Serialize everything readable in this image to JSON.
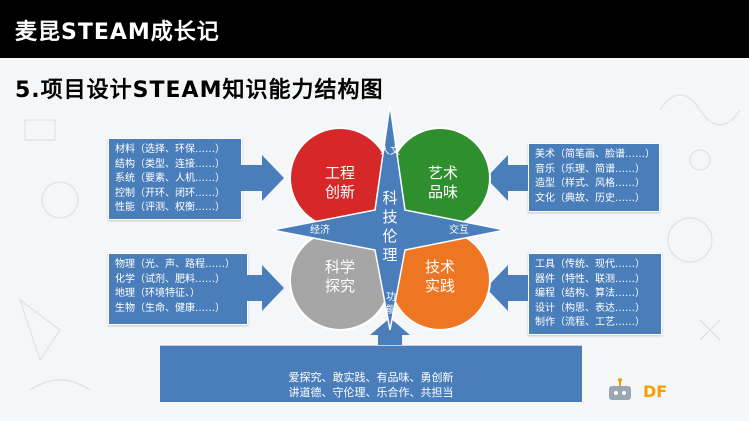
{
  "header": {
    "title": "麦昆STEAM成长记"
  },
  "slide": {
    "title": "5.项目设计STEAM知识能力结构图"
  },
  "left_top_box": {
    "lines": [
      "材料（选择、环保……）",
      "结构（类型、连接……）",
      "系统（要素、人机……）",
      "控制（开环、闭环……）",
      "性能（评测、权衡……）"
    ]
  },
  "left_bottom_box": {
    "lines": [
      "物理（光、声、路程……）",
      "化学（试剂、肥料……）",
      "地理（环境特征、）",
      "生物（生命、健康……）"
    ]
  },
  "right_top_box": {
    "lines": [
      "美术（简笔画、脸谱……）",
      "音乐（乐理、简谱……）",
      "造型（样式、风格……）",
      "文化（典故、历史……）"
    ]
  },
  "right_bottom_box": {
    "lines": [
      "工具（传统、现代……）",
      "器件（特性、联测……）",
      "编程（结构、算法……）",
      "设计（构思、表达……）",
      "制作（流程、工艺……）"
    ]
  },
  "circles": {
    "engineering": "工程\n创新",
    "art": "艺术\n品味",
    "science": "科学\n探究",
    "technology": "技术\n实践",
    "engineering_color": "#d62828",
    "art_color": "#2f8f2f",
    "science_color": "#a6a6a6",
    "technology_color": "#ee7623"
  },
  "star": {
    "center": [
      "科",
      "技",
      "伦",
      "理"
    ],
    "top": "人文",
    "left": "经济",
    "right": "交互",
    "bottom": "功能",
    "color": "#4a7ebb"
  },
  "bottom_box": {
    "lines": [
      "爱探究、敢实践、有品味、勇创新",
      "讲道德、守伦理、乐合作、共担当"
    ]
  },
  "logo": {
    "text": "DF"
  }
}
